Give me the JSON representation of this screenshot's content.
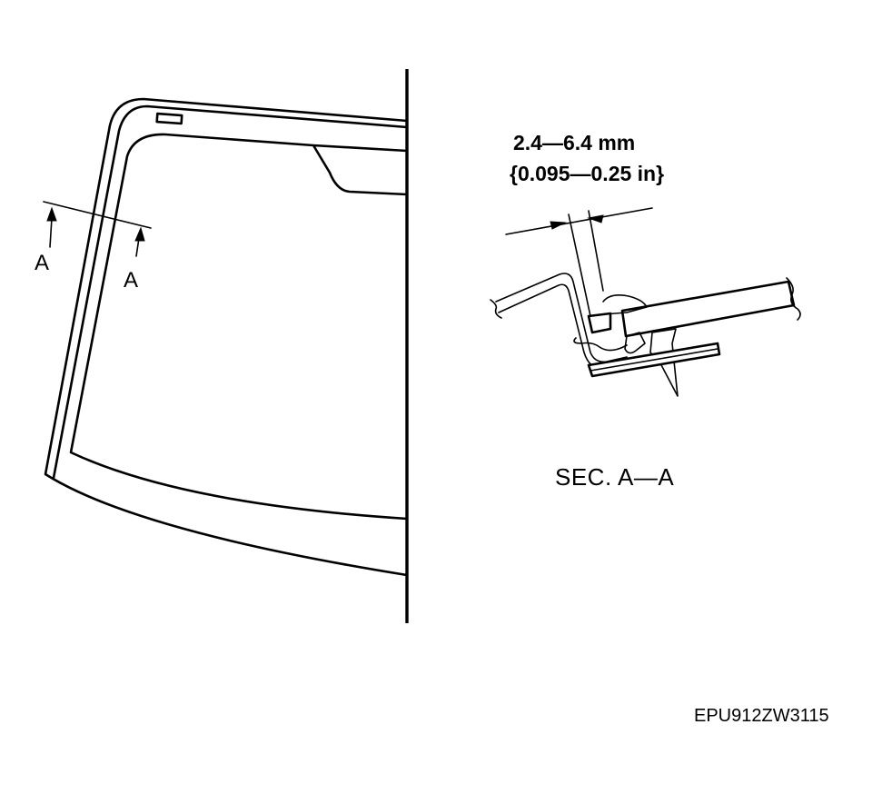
{
  "diagram": {
    "section_marker_left": "A",
    "section_marker_right": "A",
    "dimension_metric": "2.4—6.4 mm",
    "dimension_imperial": "{0.095—0.25 in}",
    "section_title": "SEC. A—A",
    "figure_code": "EPU912ZW3115"
  }
}
